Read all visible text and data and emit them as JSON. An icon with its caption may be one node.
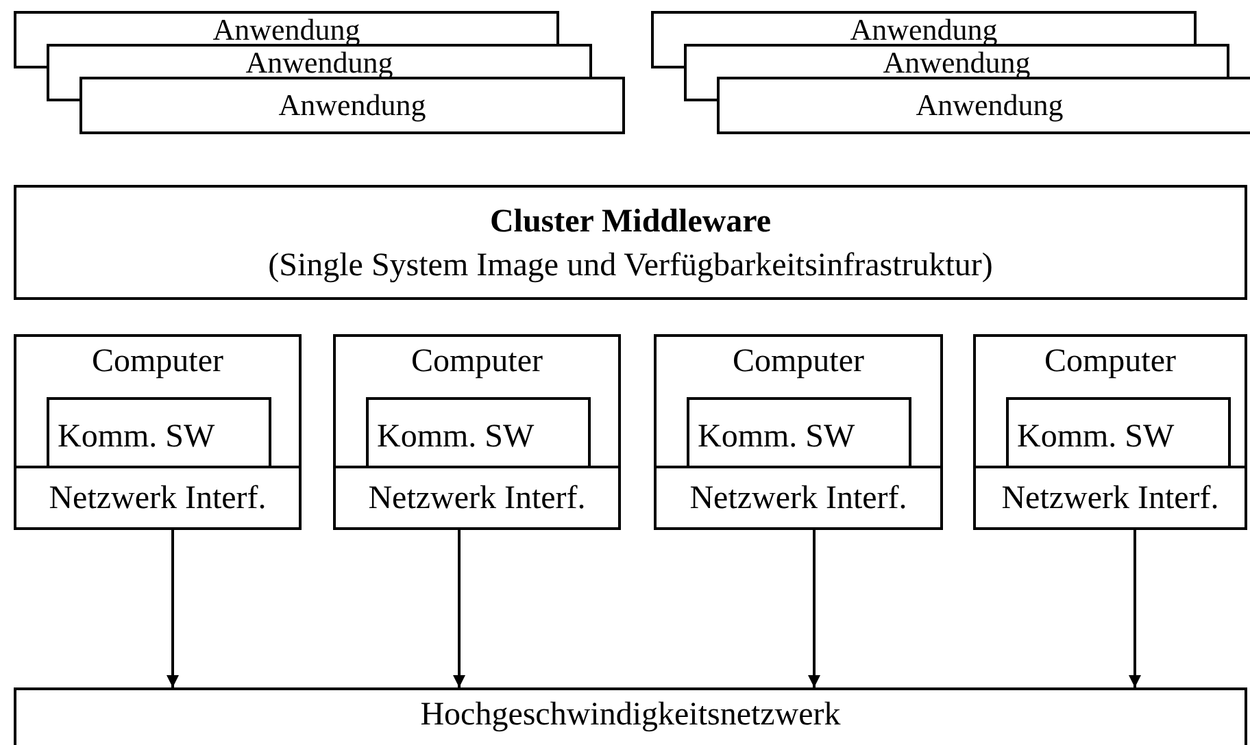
{
  "diagram": {
    "nodes": [
      {
        "text": [
          "Anwendung"
        ]
      },
      {
        "text": [
          "Anwendung"
        ]
      },
      {
        "text": [
          "Anwendung"
        ]
      },
      {
        "text": [
          "Anwendung"
        ]
      },
      {
        "text": [
          "Anwendung"
        ]
      },
      {
        "text": [
          "Anwendung"
        ]
      },
      {
        "text": [
          "Cluster Middleware",
          "(Single System Image und Verfügbarkeitsinfrastruktur)"
        ]
      },
      {
        "text": [
          "Computer"
        ]
      },
      {
        "text": [
          "Komm. SW"
        ],
        "in": 7
      },
      {
        "text": [
          "Netzwerk Interf."
        ],
        "in": 7
      },
      {
        "text": [
          "Computer"
        ]
      },
      {
        "text": [
          "Komm. SW"
        ],
        "in": 10
      },
      {
        "text": [
          "Netzwerk Interf."
        ],
        "in": 10
      },
      {
        "text": [
          "Computer"
        ]
      },
      {
        "text": [
          "Komm. SW"
        ],
        "in": 13
      },
      {
        "text": [
          "Netzwerk Interf."
        ],
        "in": 13
      },
      {
        "text": [
          "Computer"
        ]
      },
      {
        "text": [
          "Komm. SW"
        ],
        "in": 16
      },
      {
        "text": [
          "Netzwerk Interf."
        ],
        "in": 16
      },
      {
        "text": [
          "Hochgeschwindigkeitsnetzwerk"
        ]
      }
    ],
    "edges": [
      {
        "from": 9,
        "to": 19,
        "arrow": "to"
      },
      {
        "from": 12,
        "to": 19,
        "arrow": "to"
      },
      {
        "from": 15,
        "to": 19,
        "arrow": "to"
      },
      {
        "from": 18,
        "to": 19,
        "arrow": "to"
      }
    ]
  }
}
